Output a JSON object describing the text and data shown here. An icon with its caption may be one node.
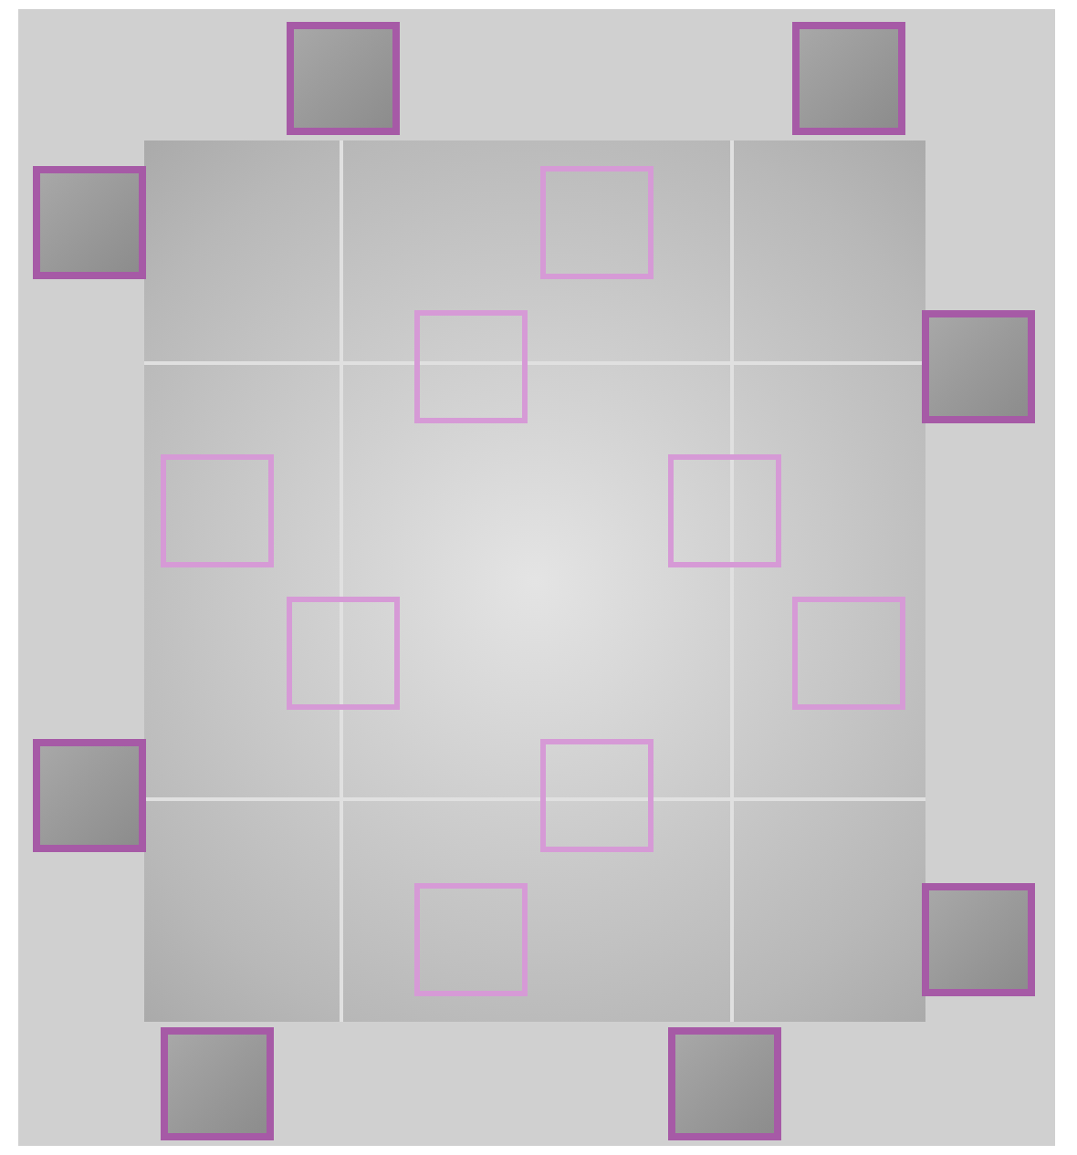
{
  "diagram": {
    "nodes": [
      {
        "text": [],
        "shape": "box"
      },
      {
        "text": [],
        "shape": "box"
      },
      {
        "text": [],
        "shape": "box"
      },
      {
        "text": [],
        "shape": "box"
      },
      {
        "text": [],
        "shape": "box",
        "in": 0
      },
      {
        "text": [],
        "shape": "box",
        "in": 0
      },
      {
        "text": [],
        "shape": "box"
      },
      {
        "text": [],
        "shape": "box",
        "in": 0
      },
      {
        "text": [],
        "shape": "box",
        "in": 0
      },
      {
        "text": [],
        "shape": "box",
        "in": 0
      },
      {
        "text": [],
        "shape": "box",
        "in": 0
      },
      {
        "text": [],
        "shape": "box"
      },
      {
        "text": [],
        "shape": "box",
        "in": 0
      },
      {
        "text": [],
        "shape": "box",
        "in": 0
      },
      {
        "text": [],
        "shape": "box"
      },
      {
        "text": [],
        "shape": "box"
      },
      {
        "text": [],
        "shape": "box"
      }
    ]
  }
}
